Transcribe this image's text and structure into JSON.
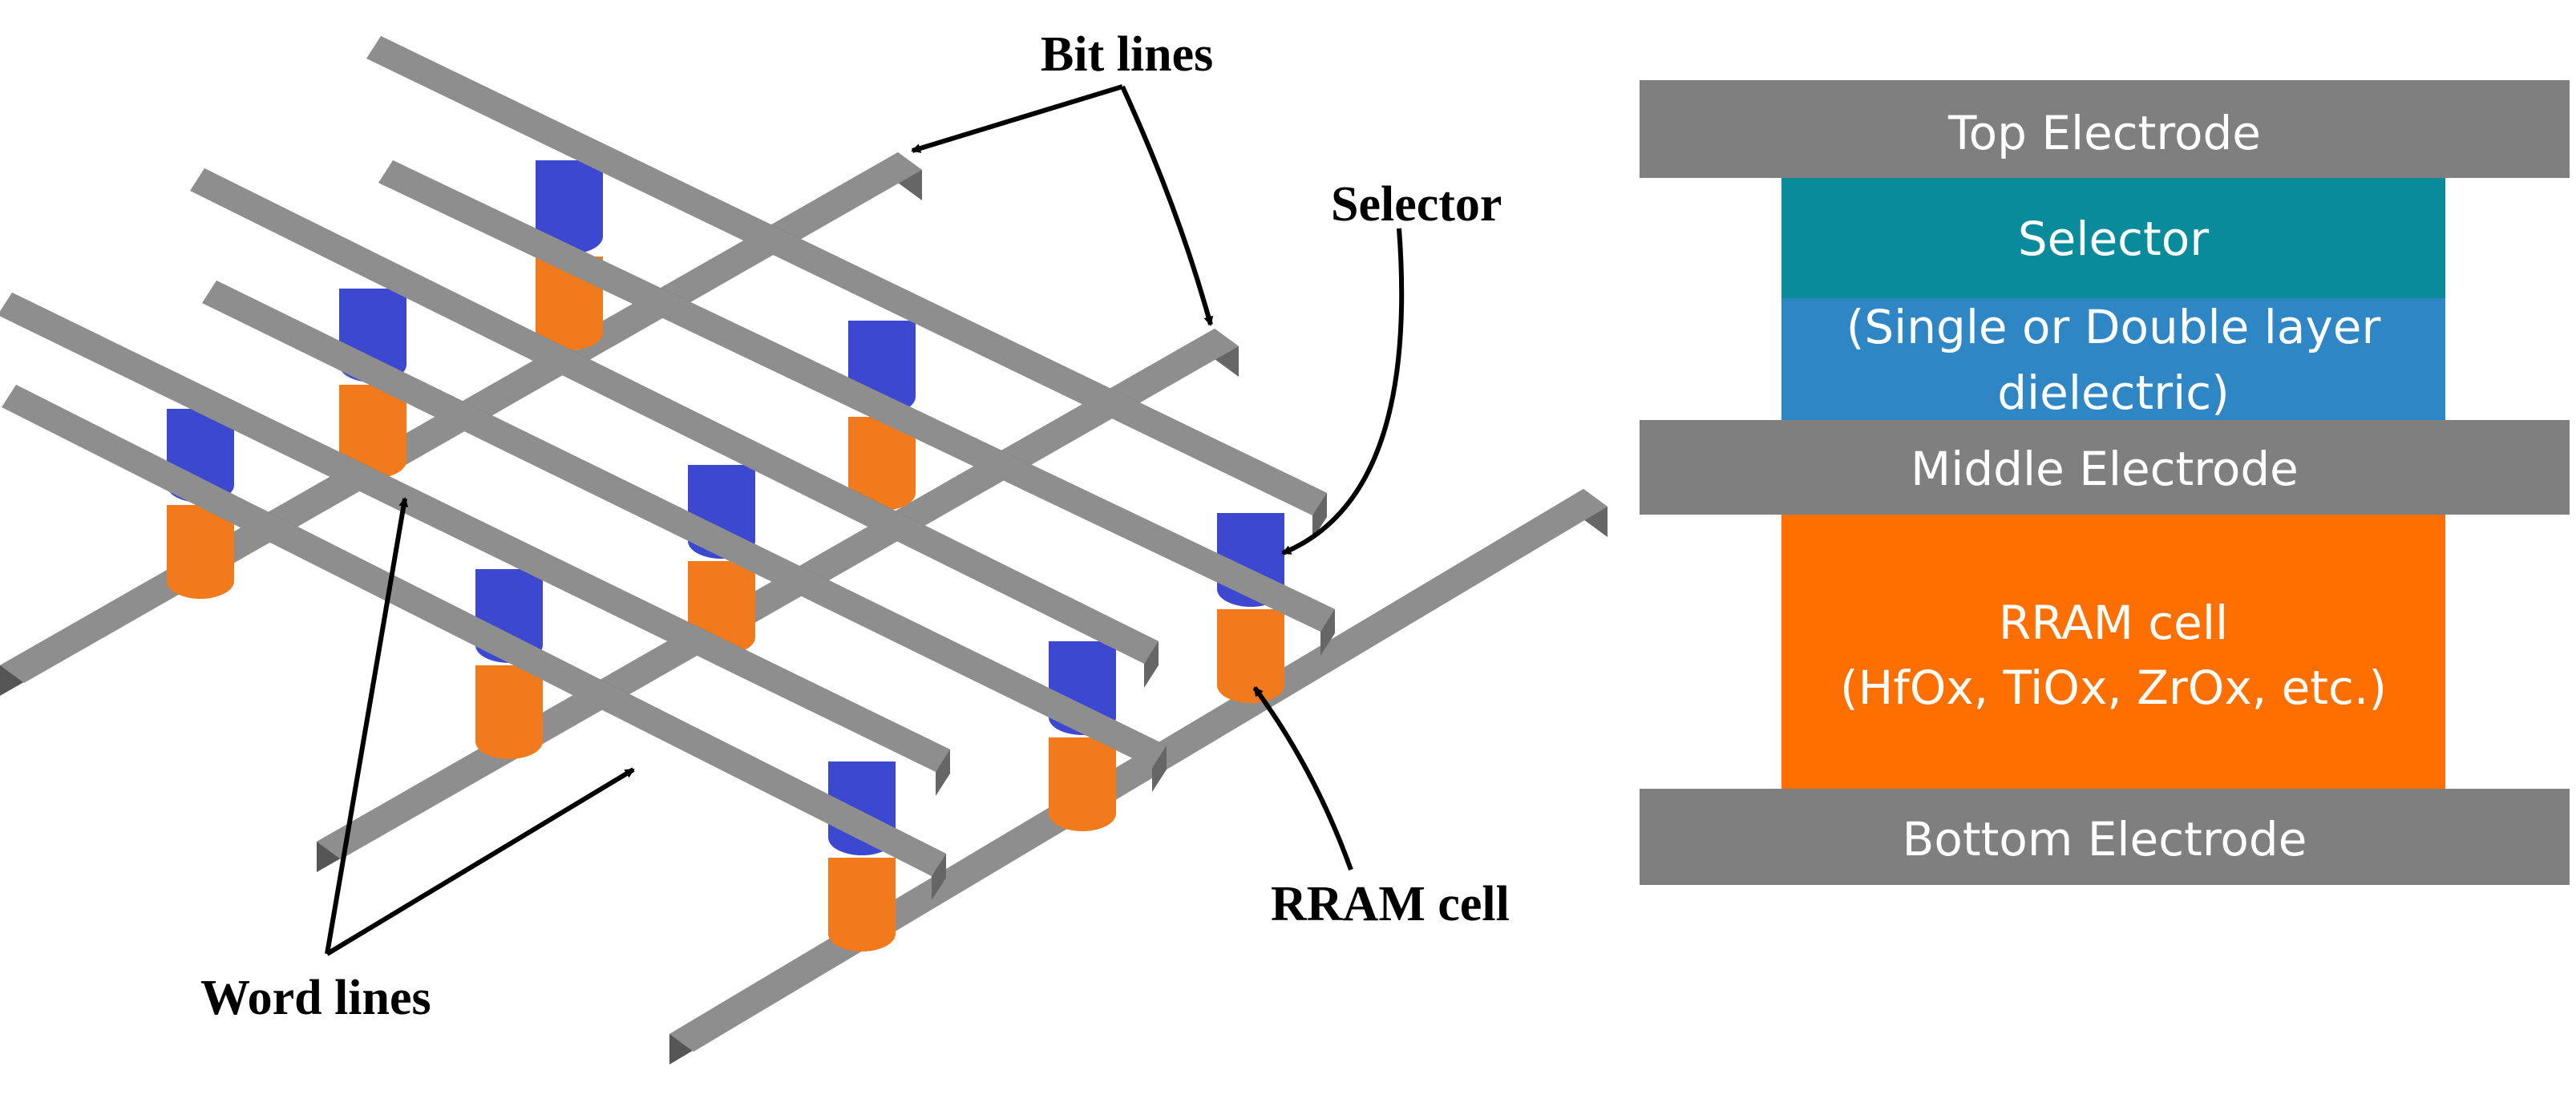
{
  "crossbar": {
    "labels": {
      "bit_lines": "Bit lines",
      "selector": "Selector",
      "rram_cell": "RRAM cell",
      "word_lines": "Word lines"
    }
  },
  "stack": {
    "layers": [
      {
        "id": "top-electrode",
        "lines": [
          "Top Electrode"
        ]
      },
      {
        "id": "selector",
        "lines": [
          "Selector"
        ]
      },
      {
        "id": "dielectric",
        "lines": [
          "(Single or Double layer",
          "dielectric)"
        ]
      },
      {
        "id": "middle-electrode",
        "lines": [
          "Middle Electrode"
        ]
      },
      {
        "id": "rram",
        "lines": [
          "RRAM cell",
          "(HfOx, TiOx, ZrOx, etc.)"
        ]
      },
      {
        "id": "bottom-electrode",
        "lines": [
          "Bottom Electrode"
        ]
      }
    ]
  },
  "colors": {
    "electrode": "#7b7b7b",
    "electrode_dark": "#555555",
    "electrode_top": "#8e8e8e",
    "selector": "#3d48d0",
    "rram": "#f07a1c",
    "stack_selector": "#0a8b9b",
    "stack_dielectric": "#2f86c4",
    "stack_rram": "#ff6f00",
    "stack_electrode": "#7f7f7f",
    "stack_text": "#ffffff",
    "label_text": "#000000"
  }
}
